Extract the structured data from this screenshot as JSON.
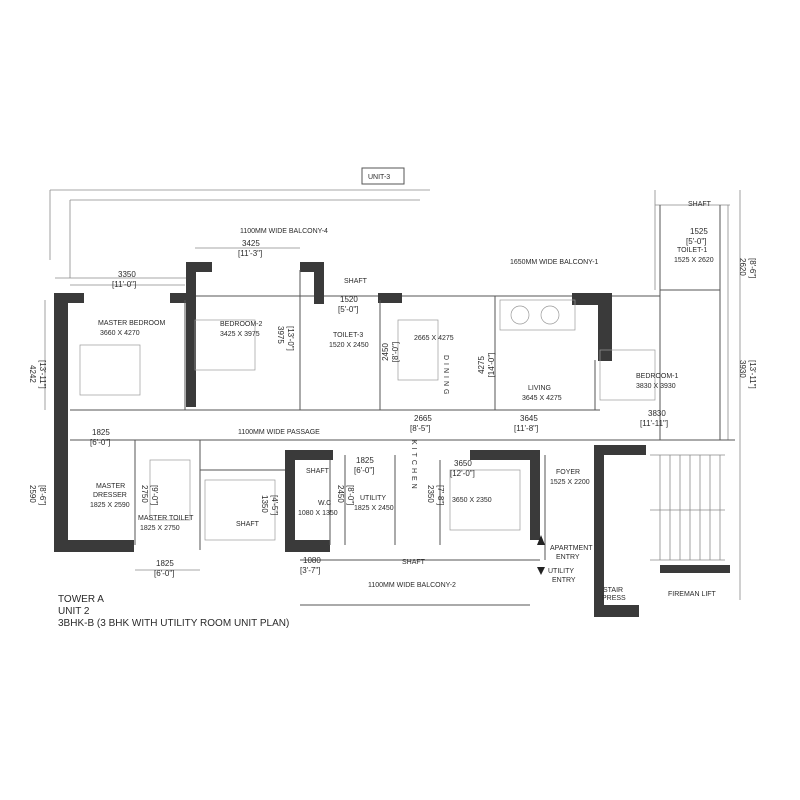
{
  "unit_tag": "UNIT-3",
  "caption": {
    "line1": "TOWER A",
    "line2": "UNIT 2",
    "line3": "3BHK-B (3 BHK WITH UTILITY ROOM UNIT PLAN)"
  },
  "rooms": {
    "master_bedroom": {
      "name": "MASTER BEDROOM",
      "size": "3660 X 4270"
    },
    "bedroom2": {
      "name": "BEDROOM-2",
      "size": "3425 X 3975"
    },
    "toilet3": {
      "name": "TOILET-3",
      "size": "1520 X 2450"
    },
    "living_dining": {
      "size": "2665 X 4275"
    },
    "dining_vertical": "DINING",
    "living": {
      "name": "LIVING",
      "size": "3645 X 4275"
    },
    "bedroom1": {
      "name": "BEDROOM-1",
      "size": "3830 X 3930"
    },
    "toilet1": {
      "name": "TOILET-1",
      "size": "1525 X 2620"
    },
    "master_dresser": {
      "name1": "MASTER",
      "name2": "DRESSER",
      "size": "1825 X 2590"
    },
    "master_toilet": {
      "name": "MASTER TOILET",
      "size": "1825 X 2750"
    },
    "wc": {
      "name": "W.C",
      "size": "1080 X 1350"
    },
    "utility": {
      "name": "UTILITY",
      "size": "1825 X 2450"
    },
    "kitchen_vertical": "KITCHEN",
    "kitchen": {
      "size": "3650 X 2350"
    },
    "foyer": {
      "name": "FOYER",
      "size": "1525 X 2200"
    }
  },
  "labels": {
    "balcony_top_left": "1100MM WIDE BALCONY-4",
    "balcony_top_right": "1650MM WIDE BALCONY-1",
    "passage": "1100MM WIDE PASSAGE",
    "balcony_bottom": "1100MM WIDE BALCONY-2",
    "shaft": "SHAFT",
    "apartment_entry1": "APARTMENT",
    "apartment_entry2": "ENTRY",
    "utility_entry1": "UTILITY",
    "utility_entry2": "ENTRY",
    "stair1": "STAIR",
    "stair2": "PRESS",
    "fireman_lift": "FIREMAN LIFT"
  },
  "dims": {
    "d3350": "3350",
    "d3350f": "[11'-0\"]",
    "d3425": "3425",
    "d3425f": "[11'-3\"]",
    "d1520": "1520",
    "d1520f": "[5'-0\"]",
    "d1525t": "1525",
    "d1525tf": "[5'-0\"]",
    "d2620": "2620",
    "d2620f": "[8'-6\"]",
    "d4242": "4242",
    "d4242f": "[13'-11\"]",
    "d3975": "3975",
    "d3975f": "[13'-0\"]",
    "d2450": "2450",
    "d2450f": "[8'-0\"]",
    "d4275": "4275",
    "d4275f": "[14'-0\"]",
    "d3930": "3930",
    "d3930f": "[13'-11\"]",
    "d2665": "2665",
    "d2665f": "[8'-5\"]",
    "d3645": "3645",
    "d3645f": "[11'-8\"]",
    "d3830": "3830",
    "d3830f": "[11'-11\"]",
    "d1825a": "1825",
    "d1825af": "[6'-0\"]",
    "d2590": "2590",
    "d2590f": "[8'-6\"]",
    "d2750": "2750",
    "d2750f": "[9'-0\"]",
    "d1350": "1350",
    "d1350f": "[4'-5\"]",
    "d1825b": "1825",
    "d1825bf": "[6'-0\"]",
    "d2450u": "2450",
    "d2450uf": "[8'-0\"]",
    "d2350": "2350",
    "d2350f": "[7'-8\"]",
    "d3650": "3650",
    "d3650f": "[12'-0\"]",
    "d1825c": "1825",
    "d1825cf": "[6'-0\"]",
    "d1080": "1080",
    "d1080f": "[3'-7\"]"
  }
}
